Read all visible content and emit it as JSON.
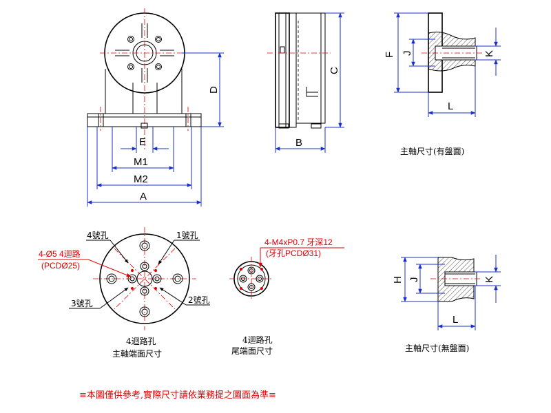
{
  "front_view": {
    "dims": {
      "A": "A",
      "M1": "M1",
      "M2": "M2",
      "E": "E",
      "D": "D"
    }
  },
  "side_view": {
    "dims": {
      "B": "B",
      "C": "C"
    }
  },
  "spindle_with_plate": {
    "dims": {
      "F": "F",
      "J": "J",
      "K": "K",
      "L": "L"
    },
    "caption": "主軸尺寸(有盤面)"
  },
  "spindle_no_plate": {
    "dims": {
      "H": "H",
      "J": "J",
      "K": "K",
      "L": "L"
    },
    "caption": "主軸尺寸(無盤面)"
  },
  "spindle_end_face": {
    "hole_labels": {
      "h1": "1號孔",
      "h2": "2號孔",
      "h3": "3號孔",
      "h4": "4號孔"
    },
    "note_line1": "4-Ø5 4迴路",
    "note_line2": "(PCDØ25)",
    "caption_line1": "4迴路孔",
    "caption_line2": "主軸端面尺寸"
  },
  "tail_end_face": {
    "note_line1": "4-M4xP0.7 牙深12",
    "note_line2": "(牙孔PCDØ31)",
    "caption_line1": "4迴路孔",
    "caption_line2": "尾端面尺寸"
  },
  "footer_note": "≡本圖僅供參考,實際尺寸請依業務提之圖面為準≡",
  "colors": {
    "dimension": "#1a2fcc",
    "centerline": "#e00000",
    "outline": "#000000",
    "note": "#e00000"
  }
}
